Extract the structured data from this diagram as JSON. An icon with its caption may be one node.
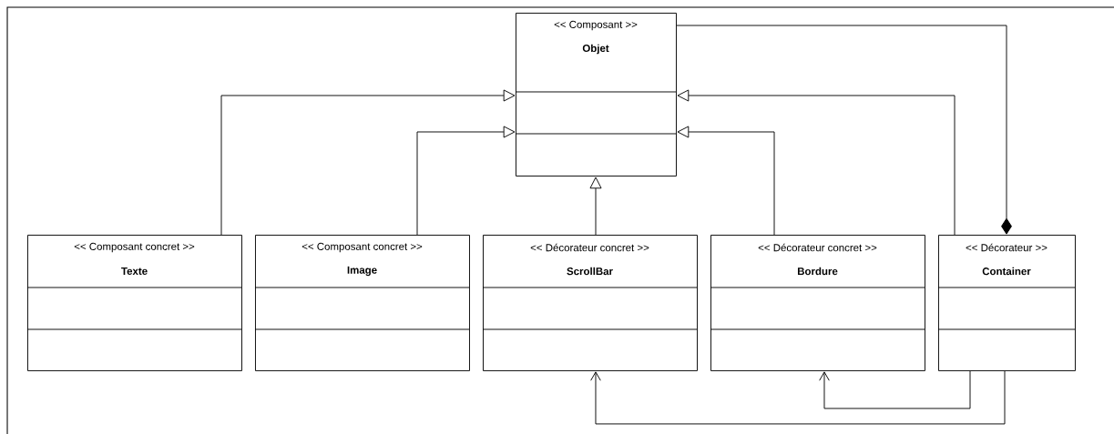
{
  "diagram": {
    "nodes": [
      {
        "text": [
          "<< Composant >>",
          "Objet"
        ]
      },
      {
        "text": [
          "<< Composant concret >>",
          "Texte"
        ]
      },
      {
        "text": [
          "<< Composant concret >>",
          "Image"
        ]
      },
      {
        "text": [
          "<< Décorateur concret >>",
          "ScrollBar"
        ]
      },
      {
        "text": [
          "<< Décorateur concret >>",
          "Bordure"
        ]
      },
      {
        "text": [
          "<< Décorateur >>",
          "Container"
        ]
      }
    ],
    "edges": [
      {
        "from": 1,
        "to": 0,
        "arrow": "to"
      },
      {
        "from": 2,
        "to": 0,
        "arrow": "to"
      },
      {
        "from": 3,
        "to": 0,
        "arrow": "to"
      },
      {
        "from": 4,
        "to": 0,
        "arrow": "to"
      },
      {
        "from": 5,
        "to": 0,
        "arrow": "to"
      },
      {
        "from": 5,
        "to": 0,
        "arrow": "other"
      },
      {
        "from": 5,
        "to": 3,
        "arrow": "to"
      },
      {
        "from": 5,
        "to": 4,
        "arrow": "to"
      }
    ]
  }
}
